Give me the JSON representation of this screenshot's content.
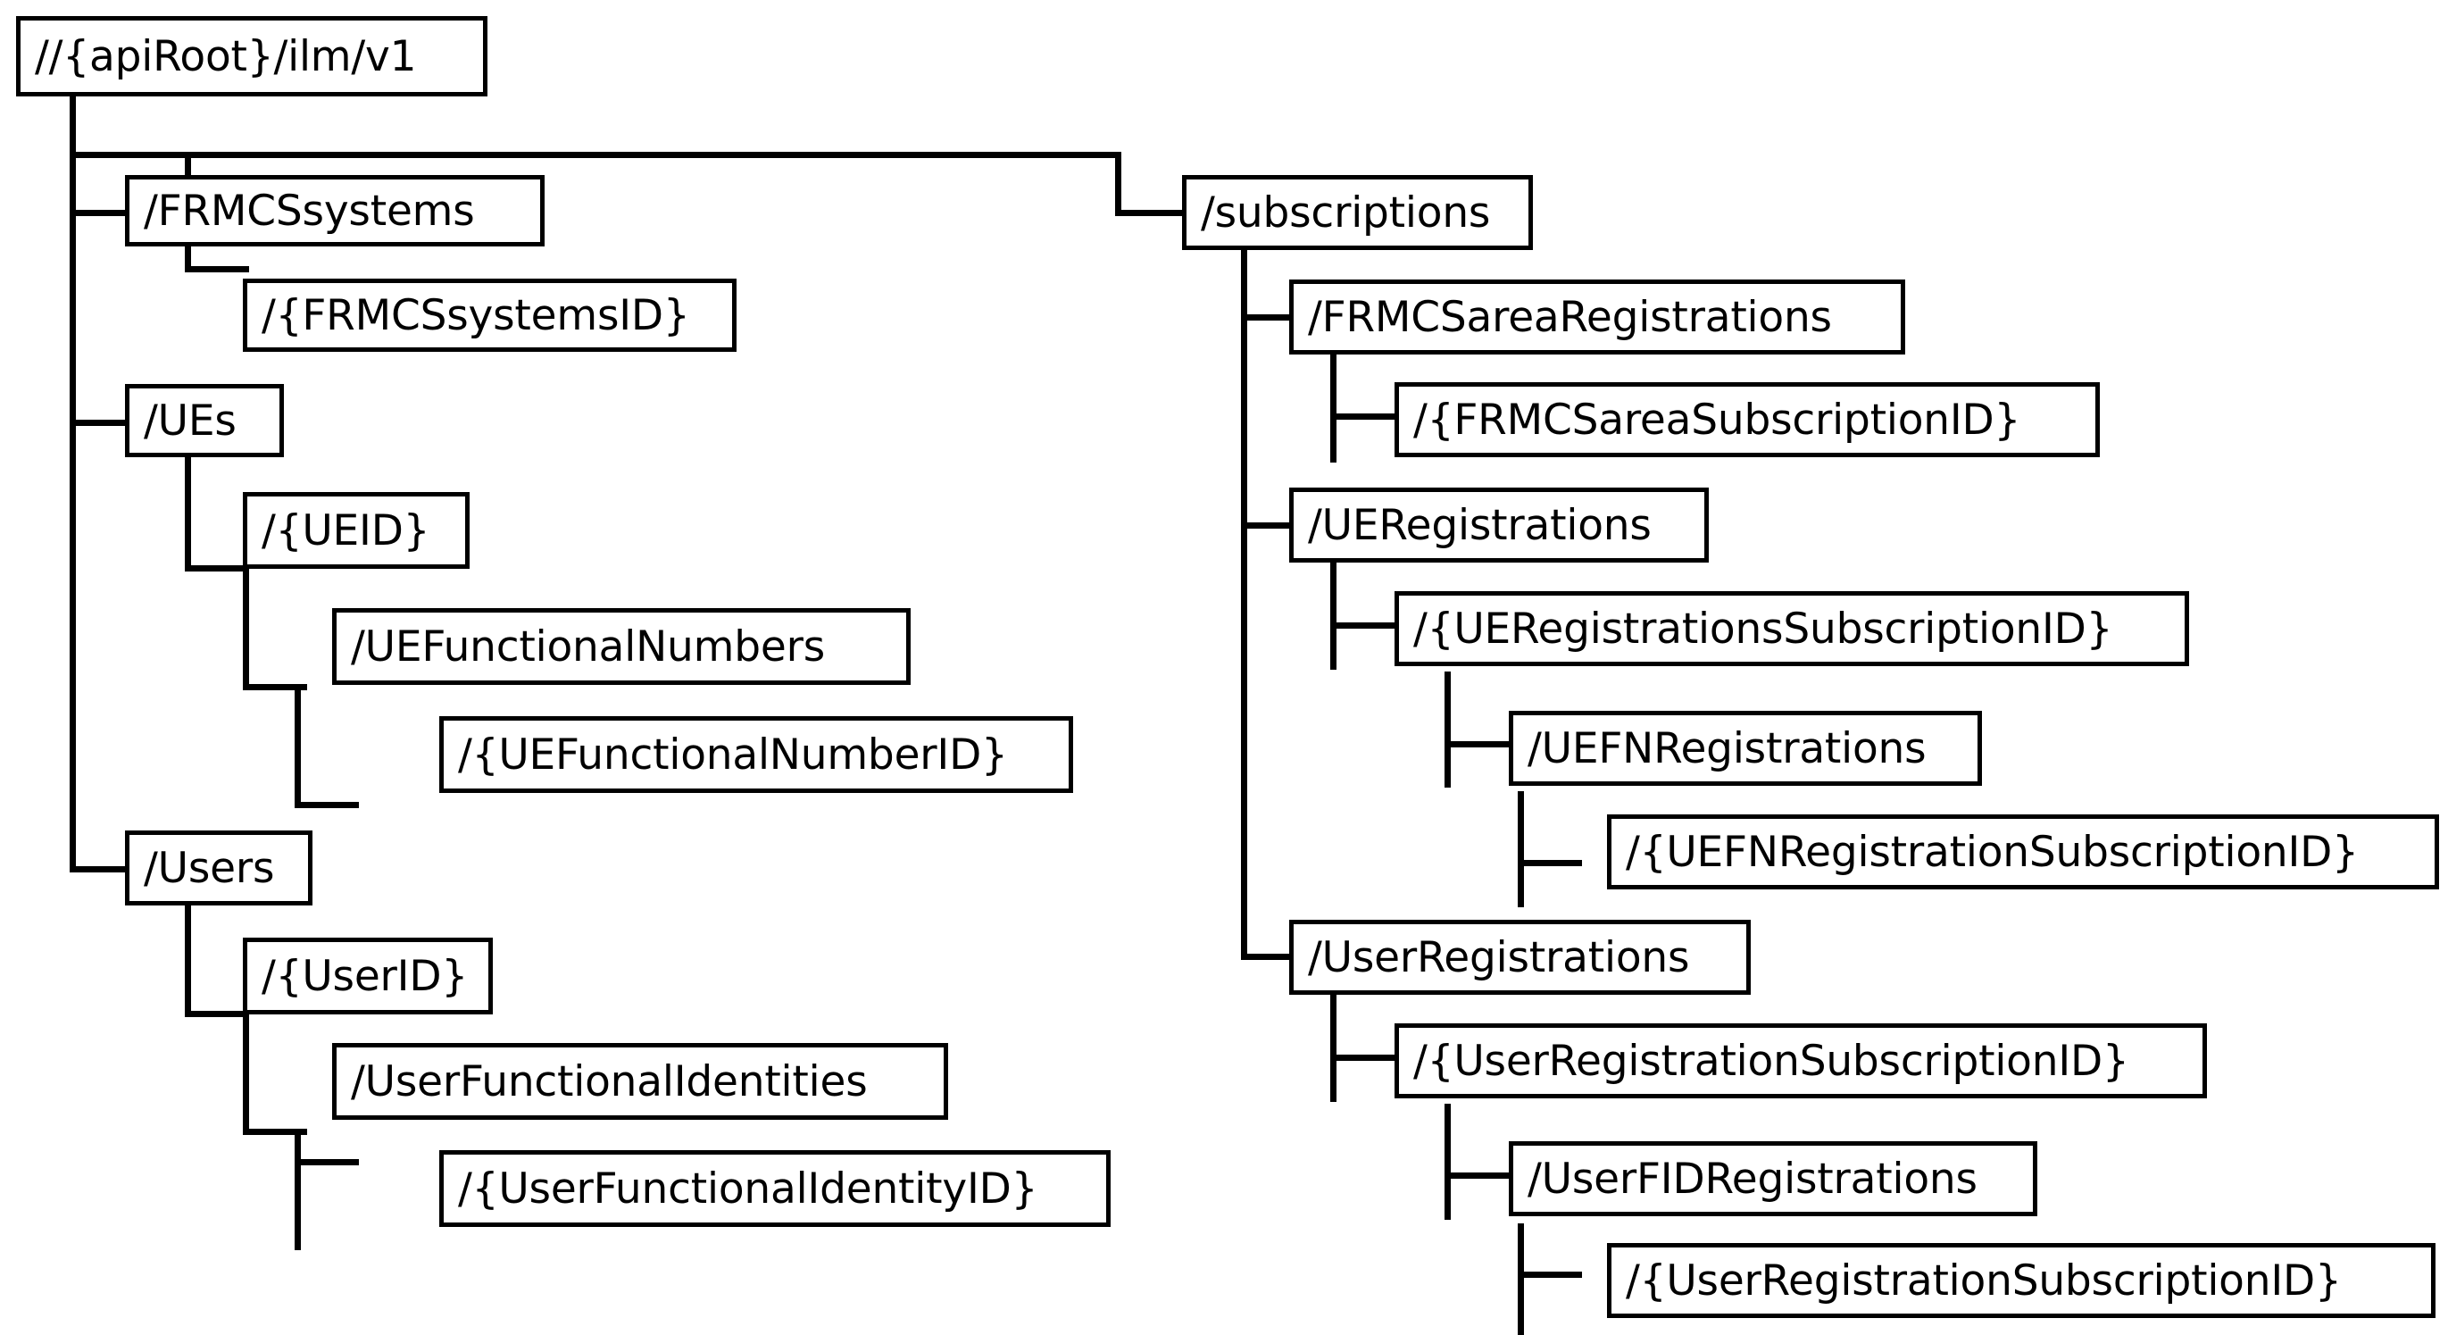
{
  "diagram": {
    "title": "FRMCS ILM API resource tree",
    "type": "tree",
    "background_color": "#ffffff",
    "line_color": "#000000",
    "box_fill": "#ffffff",
    "box_border_color": "#000000"
  },
  "nodes": {
    "root": "//{apiRoot}/ilm/v1",
    "frmcssystems": "/FRMCSsystems",
    "frmcssystems_id": "/{FRMCSsystemsID}",
    "ues": "/UEs",
    "ue_id": "/{UEID}",
    "ue_functional_numbers": "/UEFunctionalNumbers",
    "ue_functional_number_id": "/{UEFunctionalNumberID}",
    "users": "/Users",
    "user_id": "/{UserID}",
    "user_functional_identities": "/UserFunctionalIdentities",
    "user_functional_identity_id": "/{UserFunctionalIdentityID}",
    "subscriptions": "/subscriptions",
    "frmcsarea_registrations": "/FRMCSareaRegistrations",
    "frmcsarea_subscription_id": "/{FRMCSareaSubscriptionID}",
    "ue_registrations": "/UERegistrations",
    "ue_registrations_subscription_id": "/{UERegistrationsSubscriptionID}",
    "uefn_registrations": "/UEFNRegistrations",
    "uefn_registration_subscription_id": "/{UEFNRegistrationSubscriptionID}",
    "user_registrations": "/UserRegistrations",
    "user_registration_subscription_id": "/{UserRegistrationSubscriptionID}",
    "user_fid_registrations": "/UserFIDRegistrations",
    "user_fid_registration_subscription_id": "/{UserRegistrationSubscriptionID}"
  },
  "tree": {
    "root": "//{apiRoot}/ilm/v1",
    "children": [
      {
        "name": "/FRMCSsystems",
        "children": [
          {
            "name": "/{FRMCSsystemsID}",
            "children": []
          }
        ]
      },
      {
        "name": "/UEs",
        "children": [
          {
            "name": "/{UEID}",
            "children": [
              {
                "name": "/UEFunctionalNumbers",
                "children": [
                  {
                    "name": "/{UEFunctionalNumberID}",
                    "children": []
                  }
                ]
              }
            ]
          }
        ]
      },
      {
        "name": "/Users",
        "children": [
          {
            "name": "/{UserID}",
            "children": [
              {
                "name": "/UserFunctionalIdentities",
                "children": [
                  {
                    "name": "/{UserFunctionalIdentityID}",
                    "children": []
                  }
                ]
              }
            ]
          }
        ]
      },
      {
        "name": "/subscriptions",
        "children": [
          {
            "name": "/FRMCSareaRegistrations",
            "children": [
              {
                "name": "/{FRMCSareaSubscriptionID}",
                "children": []
              }
            ]
          },
          {
            "name": "/UERegistrations",
            "children": [
              {
                "name": "/{UERegistrationsSubscriptionID}",
                "children": [
                  {
                    "name": "/UEFNRegistrations",
                    "children": [
                      {
                        "name": "/{UEFNRegistrationSubscriptionID}",
                        "children": []
                      }
                    ]
                  }
                ]
              }
            ]
          },
          {
            "name": "/UserRegistrations",
            "children": [
              {
                "name": "/{UserRegistrationSubscriptionID}",
                "children": [
                  {
                    "name": "/UserFIDRegistrations",
                    "children": [
                      {
                        "name": "/{UserRegistrationSubscriptionID}",
                        "children": []
                      }
                    ]
                  }
                ]
              }
            ]
          }
        ]
      }
    ]
  }
}
